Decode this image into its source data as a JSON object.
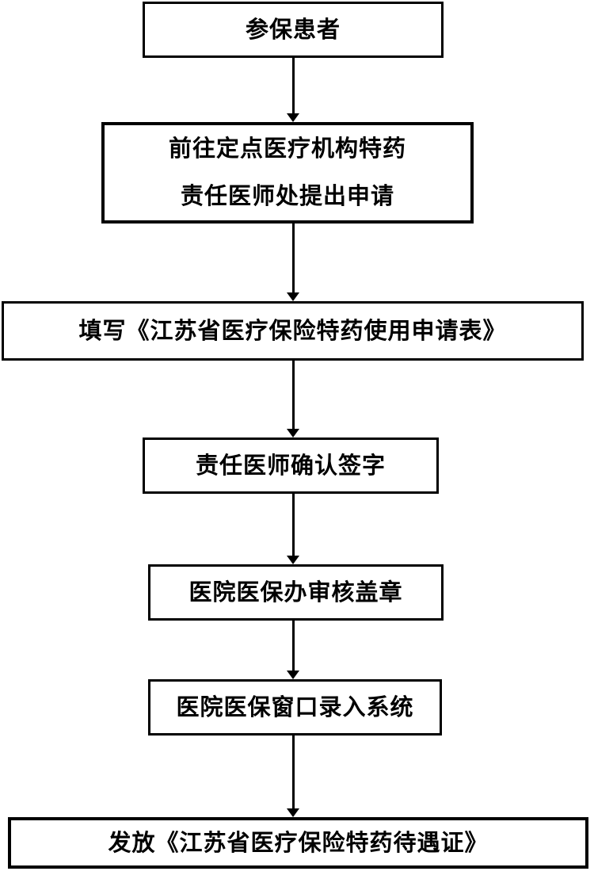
{
  "diagram": {
    "type": "flowchart",
    "direction": "top-down",
    "colors": {
      "box_border": "#000000",
      "box_fill": "#ffffff",
      "text": "#000000",
      "arrow": "#000000"
    },
    "nodes": {
      "patient": {
        "text": "参保患者"
      },
      "apply_at_doctor": {
        "line1": "前往定点医疗机构特药",
        "line2": "责任医师处提出申请"
      },
      "fill_form": {
        "text": "填写《江苏省医疗保险特药使用申请表》"
      },
      "doctor_sign": {
        "text": "责任医师确认签字"
      },
      "hospital_review": {
        "text": "医院医保办审核盖章"
      },
      "system_entry": {
        "text": "医院医保窗口录入系统"
      },
      "issue_certificate": {
        "text": "发放《江苏省医疗保险特药待遇证》"
      }
    },
    "edges": [
      {
        "from": "patient",
        "to": "apply_at_doctor"
      },
      {
        "from": "apply_at_doctor",
        "to": "fill_form"
      },
      {
        "from": "fill_form",
        "to": "doctor_sign"
      },
      {
        "from": "doctor_sign",
        "to": "hospital_review"
      },
      {
        "from": "hospital_review",
        "to": "system_entry"
      },
      {
        "from": "system_entry",
        "to": "issue_certificate"
      }
    ]
  }
}
